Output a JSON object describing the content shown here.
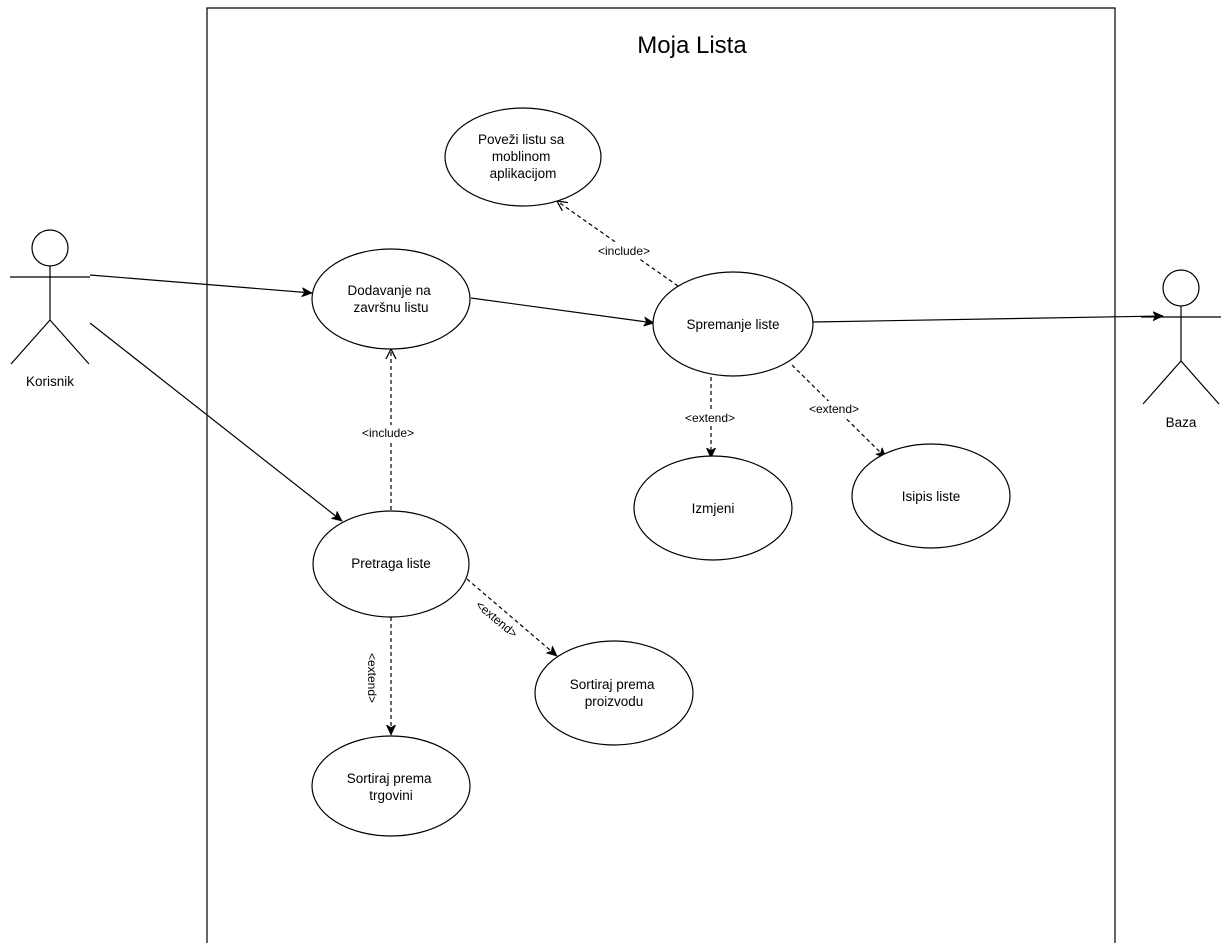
{
  "system": {
    "title": "Moja Lista"
  },
  "actors": {
    "korisnik": "Korisnik",
    "baza": "Baza"
  },
  "use_cases": {
    "dodavanje": [
      "Dodavanje na",
      "završnu listu"
    ],
    "spremanje": [
      "Spremanje liste"
    ],
    "povezi": [
      "Poveži listu sa",
      "moblinom",
      "aplikacijom"
    ],
    "izmijeni": [
      "Izmjeni"
    ],
    "isipis": [
      "Isipis liste"
    ],
    "pretraga": [
      "Pretraga liste"
    ],
    "sortiraj_proizvod": [
      "Sortiraj prema",
      "proizvodu"
    ],
    "sortiraj_trgovina": [
      "Sortiraj prema",
      "trgovini"
    ]
  },
  "relations": {
    "include_povezi": "<include>",
    "include_pretraga": "<include>",
    "extend_izmijeni": "<extend>",
    "extend_isipis": "<extend>",
    "extend_proizvod": "<extend>",
    "extend_trgovina": "<extend>"
  }
}
